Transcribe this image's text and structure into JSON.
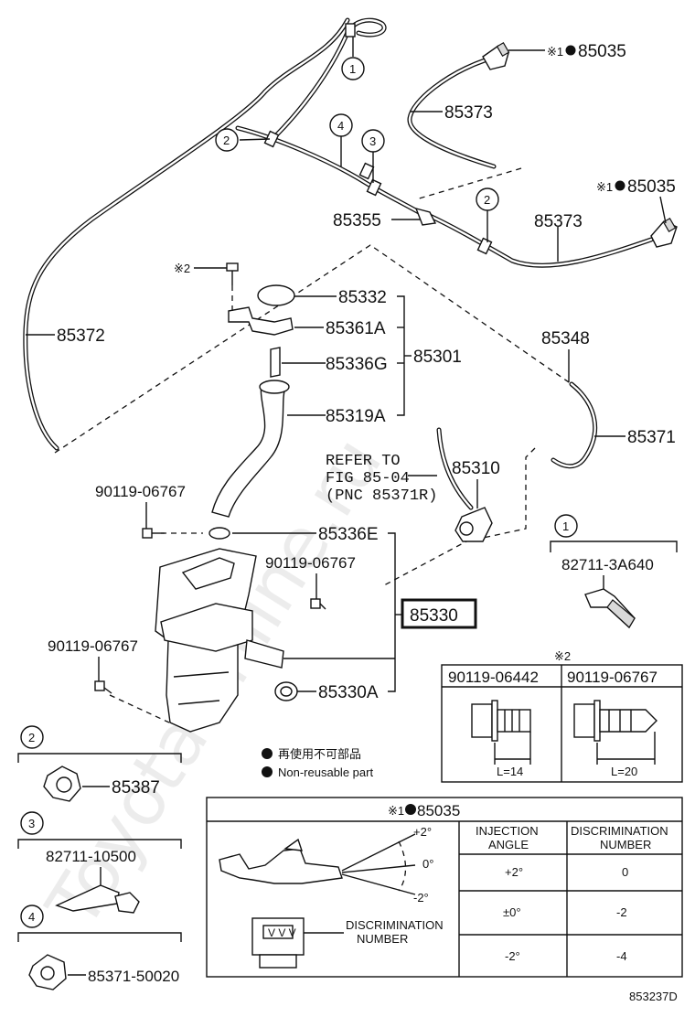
{
  "watermark": "ToyotaOnline.ru",
  "callouts": [
    "1",
    "2",
    "3",
    "4"
  ],
  "pnc": {
    "p85035a": "85035",
    "p85035b": "85035",
    "p85373a": "85373",
    "p85373b": "85373",
    "p85355": "85355",
    "p85372": "85372",
    "p85332": "85332",
    "p85361A": "85361A",
    "p85336G": "85336G",
    "p85301": "85301",
    "p85319A": "85319A",
    "p85348": "85348",
    "p85371": "85371",
    "p85310": "85310",
    "p85336E": "85336E",
    "p85330": "85330",
    "p85330A": "85330A",
    "p85387": "85387",
    "bolt1": "90119-06767",
    "bolt2": "90119-06767",
    "bolt3": "90119-06767",
    "clip1": "82711-3A640",
    "clip3": "82711-10500",
    "clip4": "85371-50020"
  },
  "marks": {
    "ref1": "※1",
    "ref2": "※2",
    "star2_bolt": "※2"
  },
  "refer": [
    "REFER TO",
    "FIG 85-04",
    "(PNC 85371R)"
  ],
  "legend": {
    "jp": "再使用不可部品",
    "en": "Non-reusable part"
  },
  "bolt_table": {
    "mark": "※2",
    "headers": [
      "90119-06442",
      "90119-06767"
    ],
    "lengths": [
      "L=14",
      "L=20"
    ]
  },
  "nozzle_table": {
    "title_mark": "※1",
    "title_pnc": "85035",
    "col1": [
      "INJECTION",
      "ANGLE"
    ],
    "col2": [
      "DISCRIMINATION",
      "NUMBER"
    ],
    "rows": [
      {
        "angle": "+2°",
        "num": "0"
      },
      {
        "angle": "±0°",
        "num": "-2"
      },
      {
        "angle": "-2°",
        "num": "-4"
      }
    ],
    "angle_labels": [
      "+2°",
      "0°",
      "-2°"
    ],
    "disc_label": [
      "DISCRIMINATION",
      "NUMBER"
    ]
  },
  "figure_id": "853237D"
}
